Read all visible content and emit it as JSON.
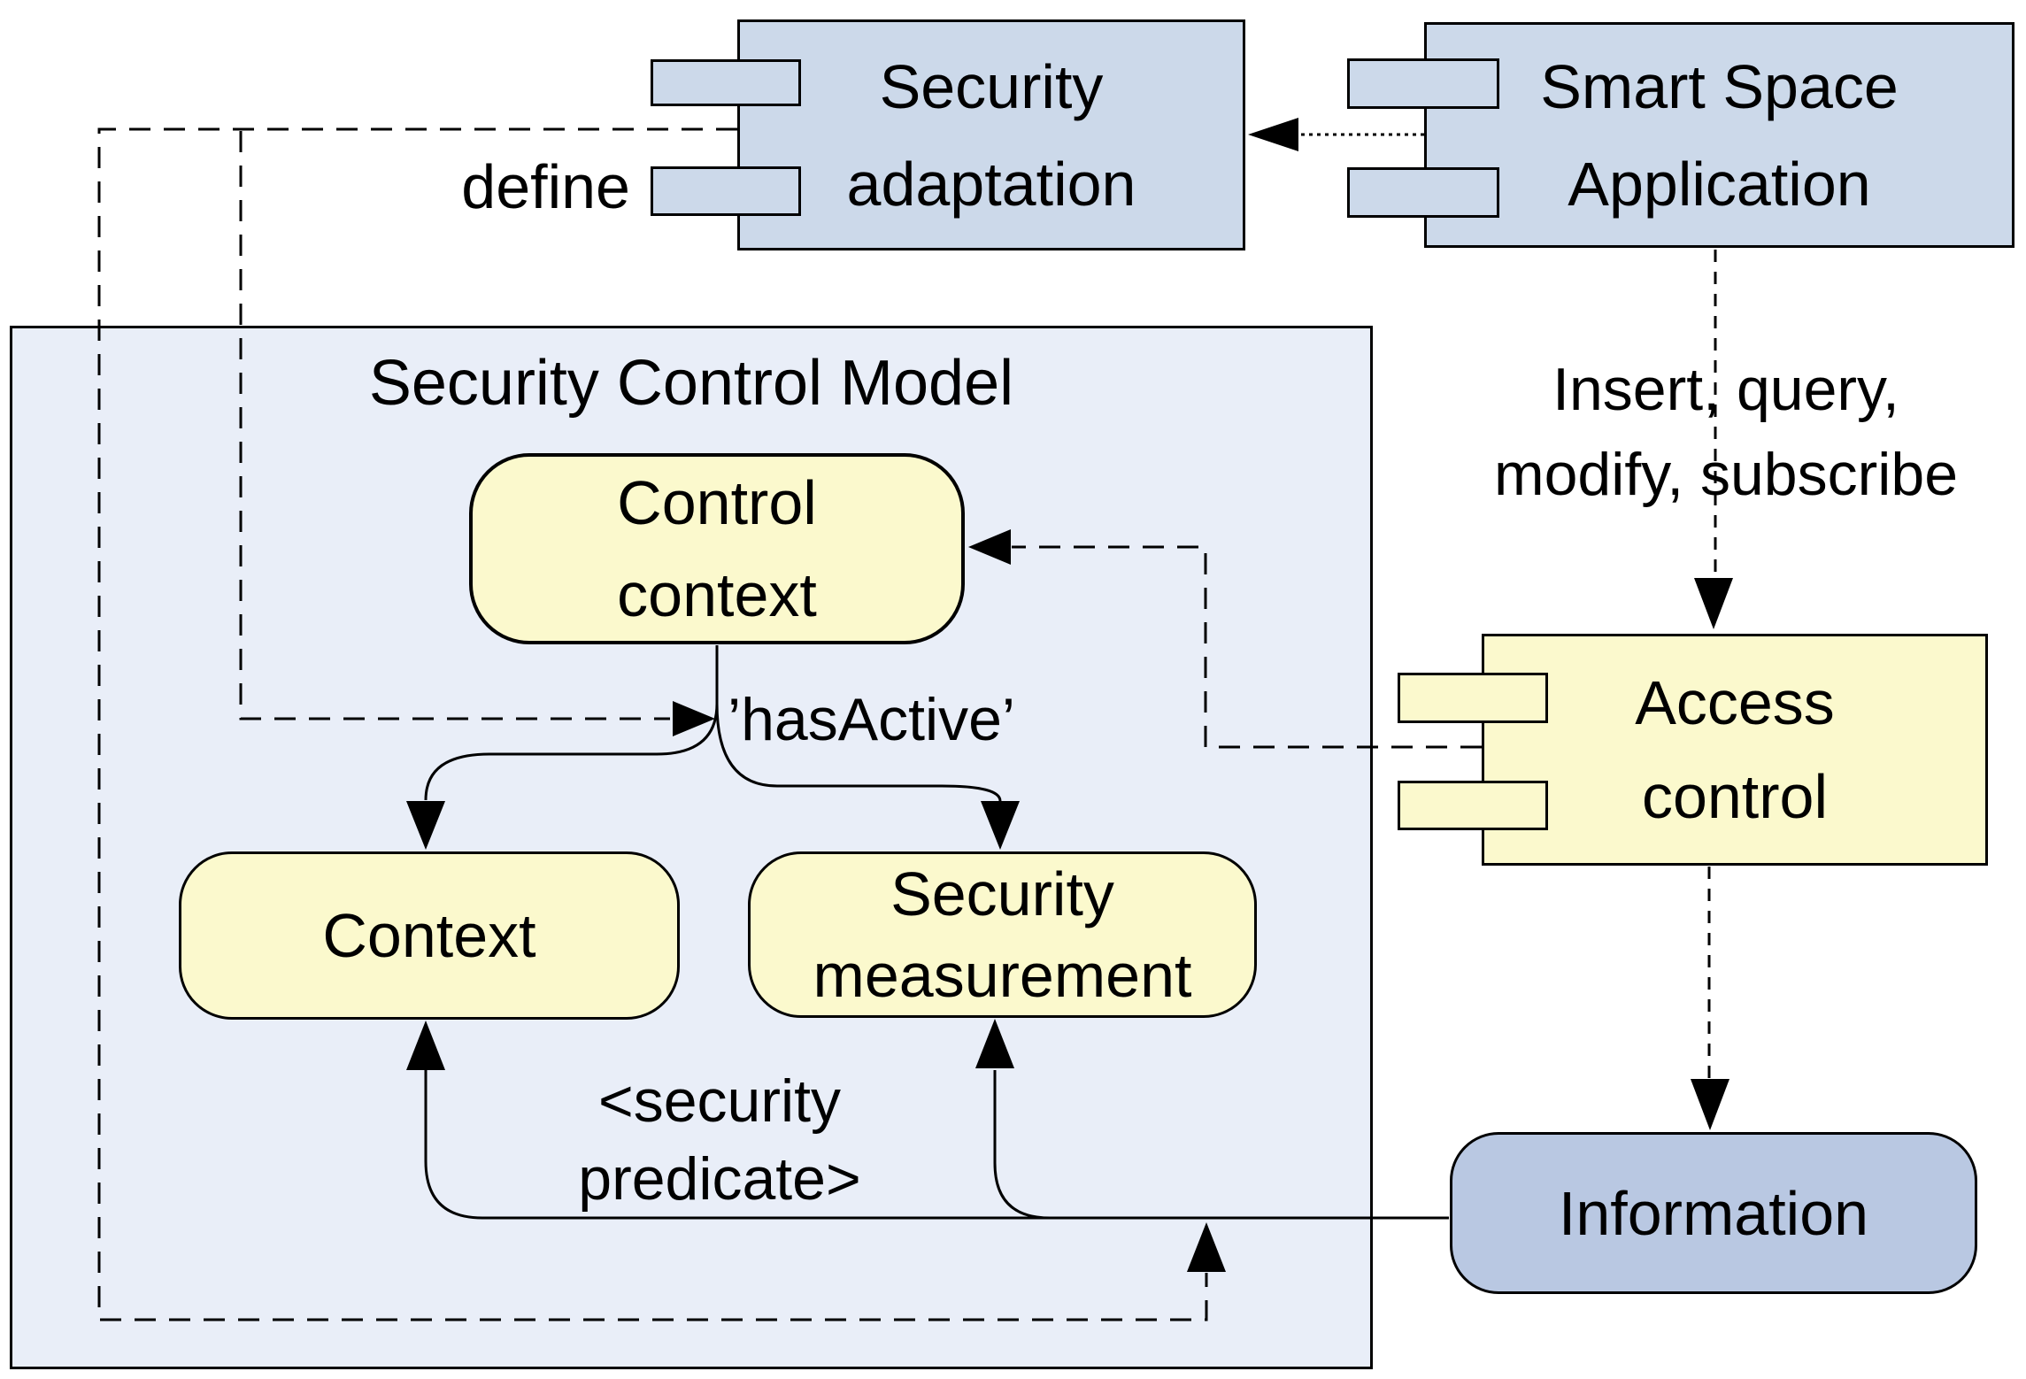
{
  "title": "Security Control Model",
  "components": {
    "security_adaptation": {
      "line1": "Security",
      "line2": "adaptation"
    },
    "smart_space_application": {
      "line1": "Smart Space",
      "line2": "Application"
    },
    "access_control": {
      "line1": "Access",
      "line2": "control"
    }
  },
  "nodes": {
    "control_context": {
      "line1": "Control",
      "line2": "context"
    },
    "context": {
      "label": "Context"
    },
    "security_measurement": {
      "line1": "Security",
      "line2": "measurement"
    },
    "information": {
      "label": "Information"
    }
  },
  "labels": {
    "define": "define",
    "has_active": "’hasActive’",
    "security_predicate_line1": "<security",
    "security_predicate_line2": "predicate>",
    "io_ops_line1": "Insert, query,",
    "io_ops_line2": "modify, subscribe"
  },
  "colors": {
    "component_fill": "#ccd9ea",
    "container_fill": "#e9eef8",
    "node_fill": "#fbf9cd",
    "information_fill": "#b9c8e2",
    "line": "#000000"
  }
}
